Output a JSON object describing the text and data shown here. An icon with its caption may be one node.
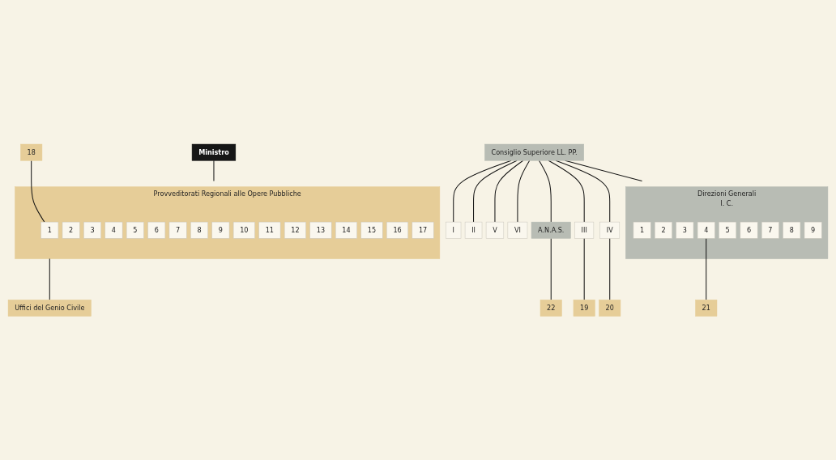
{
  "diagram": {
    "nodes": [
      {
        "text": [
          "Ministro"
        ]
      },
      {
        "text": [
          "Consiglio Superiore LL. PP."
        ]
      },
      {
        "text": [
          "Direzioni Generali",
          "I. C."
        ]
      },
      {
        "text": [
          "1"
        ],
        "in": 2
      },
      {
        "text": [
          "2"
        ],
        "in": 2
      },
      {
        "text": [
          "3"
        ],
        "in": 2
      },
      {
        "text": [
          "4"
        ],
        "in": 2
      },
      {
        "text": [
          "5"
        ],
        "in": 2
      },
      {
        "text": [
          "6"
        ],
        "in": 2
      },
      {
        "text": [
          "7"
        ],
        "in": 2
      },
      {
        "text": [
          "8"
        ],
        "in": 2
      },
      {
        "text": [
          "9"
        ],
        "in": 2
      },
      {
        "text": [
          "A.N.A.S."
        ]
      },
      {
        "text": [
          "I"
        ]
      },
      {
        "text": [
          "II"
        ]
      },
      {
        "text": [
          "III"
        ]
      },
      {
        "text": [
          "IV"
        ]
      },
      {
        "text": [
          "V"
        ]
      },
      {
        "text": [
          "VI"
        ]
      },
      {
        "text": [
          "Provveditorati Regionali alle Opere Pubbliche"
        ]
      },
      {
        "text": [
          "18"
        ]
      },
      {
        "text": [
          "1"
        ],
        "in": 19
      },
      {
        "text": [
          "2"
        ],
        "in": 19
      },
      {
        "text": [
          "3"
        ],
        "in": 19
      },
      {
        "text": [
          "4"
        ],
        "in": 19
      },
      {
        "text": [
          "5"
        ],
        "in": 19
      },
      {
        "text": [
          "6"
        ],
        "in": 19
      },
      {
        "text": [
          "7"
        ],
        "in": 19
      },
      {
        "text": [
          "8"
        ],
        "in": 19
      },
      {
        "text": [
          "9"
        ],
        "in": 19
      },
      {
        "text": [
          "10"
        ],
        "in": 19
      },
      {
        "text": [
          "11"
        ],
        "in": 19
      },
      {
        "text": [
          "12"
        ],
        "in": 19
      },
      {
        "text": [
          "13"
        ],
        "in": 19
      },
      {
        "text": [
          "14"
        ],
        "in": 19
      },
      {
        "text": [
          "15"
        ],
        "in": 19
      },
      {
        "text": [
          "16"
        ],
        "in": 19
      },
      {
        "text": [
          "17"
        ],
        "in": 19
      },
      {
        "text": [
          "Uffici del Genio Civile"
        ]
      },
      {
        "text": [
          "22"
        ]
      },
      {
        "text": [
          "19"
        ]
      },
      {
        "text": [
          "20"
        ]
      },
      {
        "text": [
          "21"
        ]
      }
    ],
    "edges": [
      {
        "from": 0,
        "to": 19,
        "arrow": "none"
      },
      {
        "from": 1,
        "to": 2,
        "arrow": "none"
      },
      {
        "from": 1,
        "to": 12,
        "arrow": "none"
      },
      {
        "from": 1,
        "to": 13,
        "arrow": "none"
      },
      {
        "from": 1,
        "to": 14,
        "arrow": "none"
      },
      {
        "from": 1,
        "to": 15,
        "arrow": "none"
      },
      {
        "from": 1,
        "to": 16,
        "arrow": "none"
      },
      {
        "from": 1,
        "to": 17,
        "arrow": "none"
      },
      {
        "from": 1,
        "to": 18,
        "arrow": "none"
      },
      {
        "from": 15,
        "to": 40,
        "arrow": "none"
      },
      {
        "from": 16,
        "to": 41,
        "arrow": "none"
      },
      {
        "from": 6,
        "to": 42,
        "arrow": "none"
      },
      {
        "from": 12,
        "to": 39,
        "arrow": "none"
      },
      {
        "from": 20,
        "to": 21,
        "arrow": "none"
      },
      {
        "from": 19,
        "to": 38,
        "arrow": "none"
      }
    ]
  }
}
